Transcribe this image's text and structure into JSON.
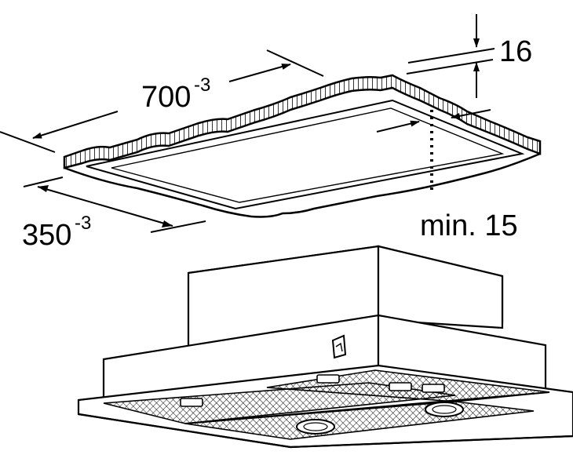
{
  "dimensions": {
    "length": {
      "value": "700",
      "tolerance": "-3"
    },
    "width": {
      "value": "350",
      "tolerance": "-3"
    },
    "depth": {
      "value": "16"
    },
    "clearance": {
      "label": "min. 15"
    }
  },
  "colors": {
    "line": "#000000",
    "fill": "#ffffff",
    "panel": "#f4f4f4",
    "filter_mesh": "#555555"
  }
}
